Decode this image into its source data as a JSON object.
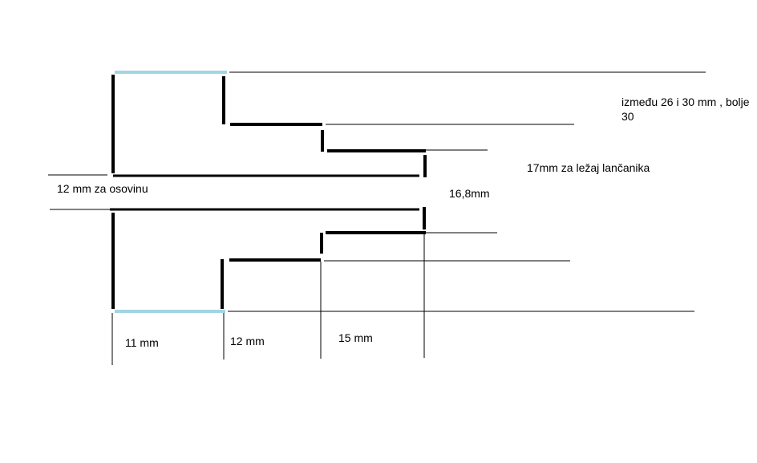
{
  "colors": {
    "thick": "#000000",
    "thin": "#000000",
    "highlight": "#a3d4e3",
    "background": "#ffffff"
  },
  "labels": {
    "outer_diameter": "između 26 i 30 mm , bolje 30",
    "bearing_diameter": "17mm za ležaj lančanika",
    "shaft_diameter": "12 mm za osovinu",
    "step_diameter": "16,8mm",
    "length_1": "11 mm",
    "length_2": "12 mm",
    "length_3": "15 mm"
  }
}
